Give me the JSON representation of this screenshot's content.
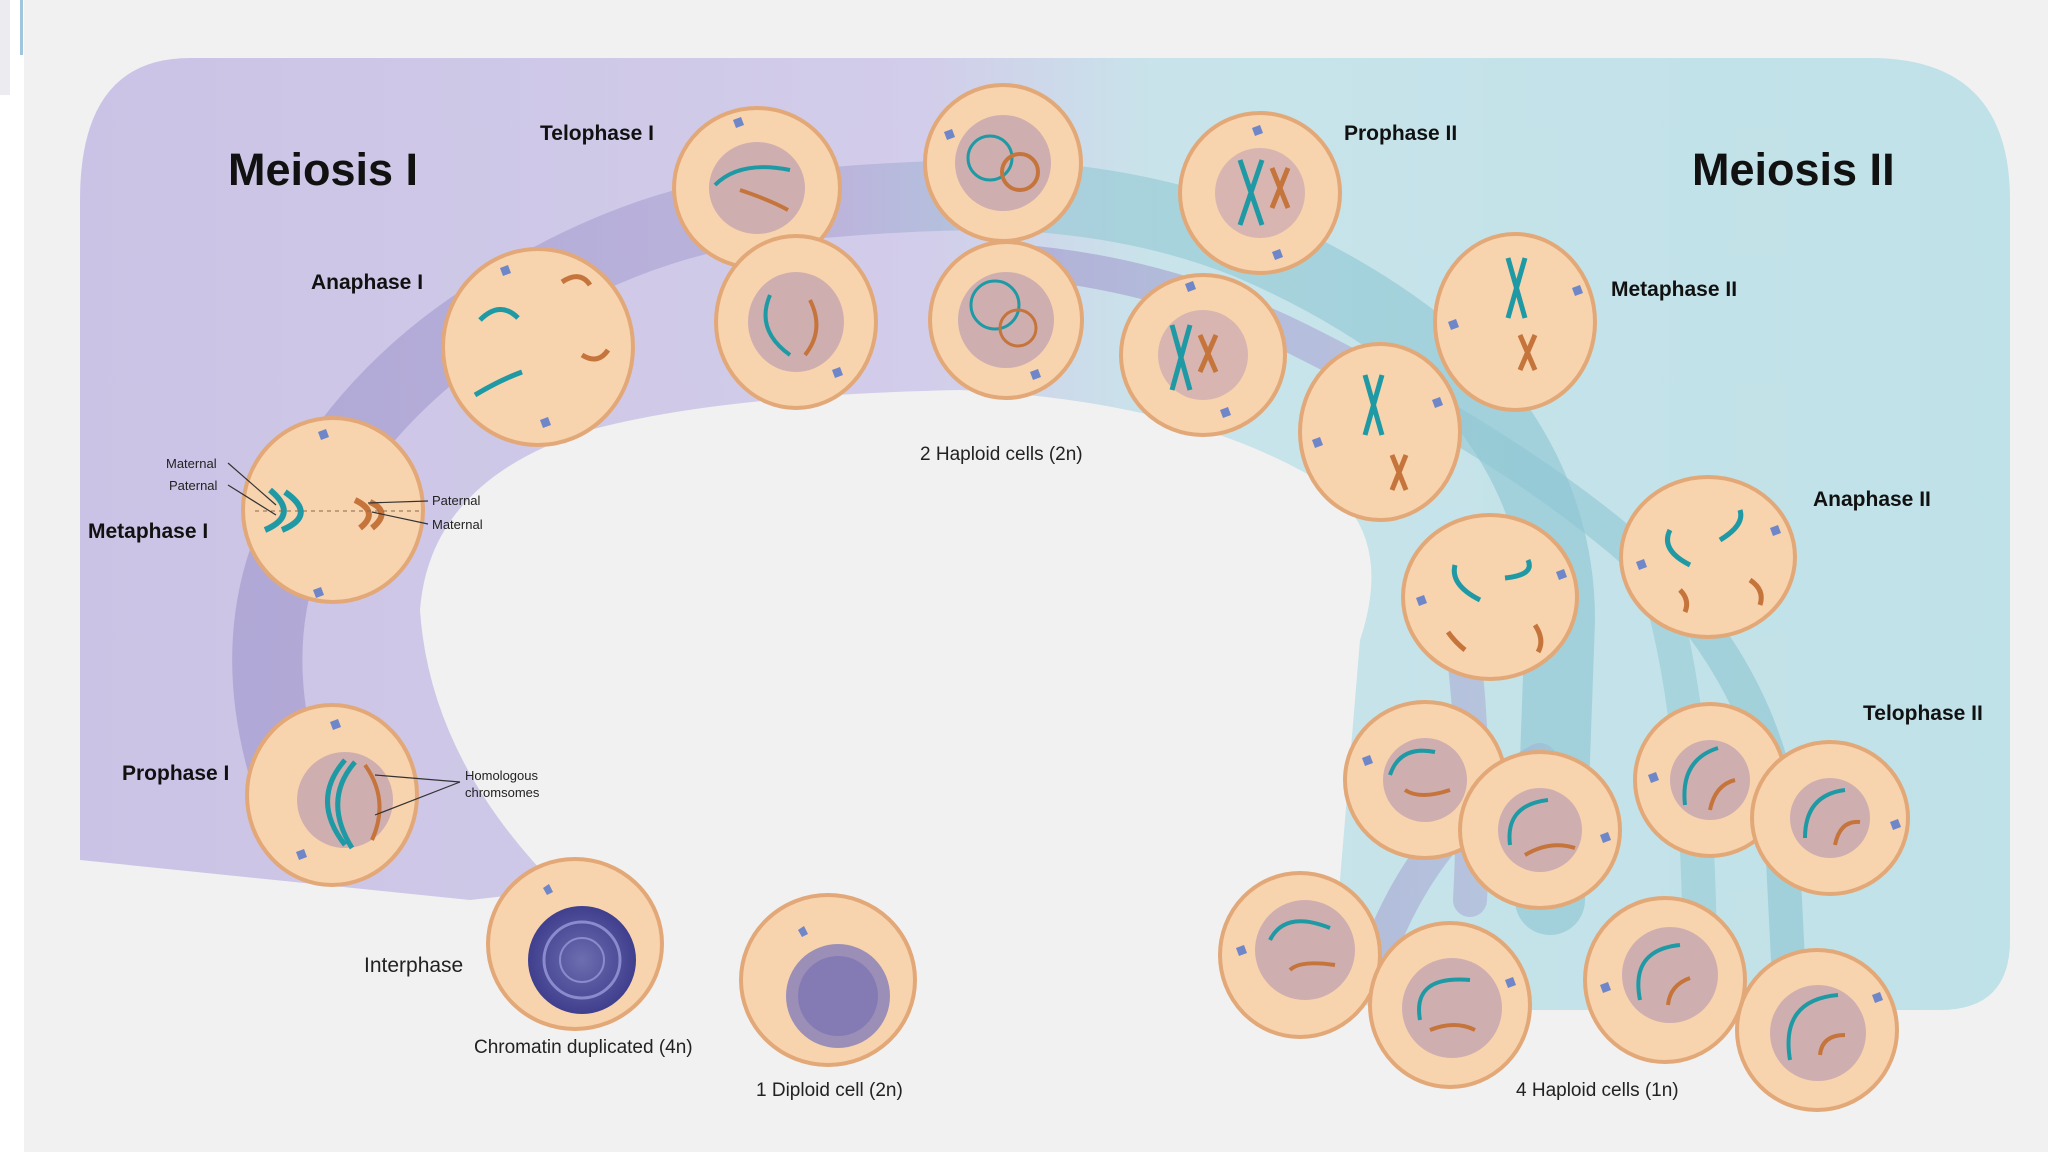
{
  "headings": {
    "meiosis_1": "Meiosis I",
    "meiosis_2": "Meiosis II"
  },
  "phases": {
    "interphase": "Interphase",
    "prophase_1": "Prophase I",
    "metaphase_1": "Metaphase I",
    "anaphase_1": "Anaphase I",
    "telophase_1": "Telophase I",
    "prophase_2": "Prophase II",
    "metaphase_2": "Metaphase II",
    "anaphase_2": "Anaphase II",
    "telophase_2": "Telophase II"
  },
  "captions": {
    "diploid_cell": "1 Diploid cell (2n)",
    "chromatin_duplicated": "Chromatin duplicated (4n)",
    "haploid_2n": "2 Haploid cells (2n)",
    "haploid_1n": "4 Haploid cells (1n)"
  },
  "annotations": {
    "maternal_left": "Maternal",
    "paternal_left": "Paternal",
    "paternal_right": "Paternal",
    "maternal_right": "Maternal",
    "homologous_line1": "Homologous",
    "homologous_line2": "chromsomes"
  },
  "colors": {
    "meiosis_1_region": "#cdc6e6",
    "meiosis_2_region": "#c4e3ea",
    "cell_fill": "#f7d3ae",
    "cell_stroke": "#e3a877",
    "nucleus": "#cfaeb0",
    "paternal_chromosome": "#1f9aa5",
    "maternal_chromosome": "#c5753b",
    "centrosome": "#6f86c8",
    "chromatin": "#4d4f9c"
  }
}
